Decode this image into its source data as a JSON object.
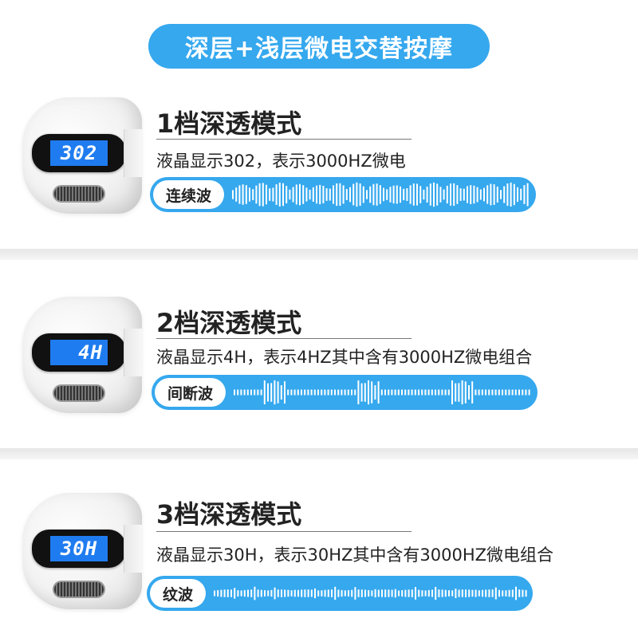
{
  "header": {
    "title": "深层+浅层微电交替按摩"
  },
  "colors": {
    "accent": "#35a8ee",
    "lcd": "#1f7cf0"
  },
  "modes": [
    {
      "lcd": "302",
      "title": "1档深透模式",
      "description": "液晶显示302，表示3000HZ微电",
      "wave_label": "连续波",
      "wave_type": "continuous"
    },
    {
      "lcd": "4H",
      "title": "2档深透模式",
      "description": "液晶显示4H，表示4HZ其中含有3000HZ微电组合",
      "wave_label": "间断波",
      "wave_type": "intermittent"
    },
    {
      "lcd": "30H",
      "title": "3档深透模式",
      "description": "液晶显示30H，表示30HZ其中含有3000HZ微电组合",
      "wave_label": "纹波",
      "wave_type": "ripple"
    }
  ]
}
